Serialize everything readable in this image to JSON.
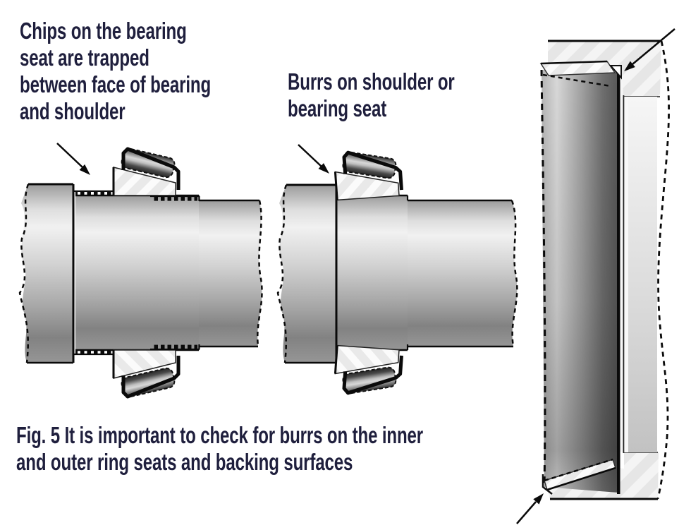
{
  "annotations": {
    "chips_label_lines": [
      "Chips on the bearing",
      "seat are trapped",
      "between face of bearing",
      "and shoulder"
    ],
    "burrs_label_lines": [
      "Burrs on shoulder or",
      "bearing seat"
    ],
    "caption_lines": [
      "Fig. 5 It is important to check for burrs on the inner",
      "and outer ring seats and backing surfaces"
    ]
  },
  "colors": {
    "annotation_text": "#1f1f3d",
    "outline": "#0a0a0a",
    "metal_highlight": "#f1f1f1",
    "metal_shadow": "#828282",
    "hatch_base": "#e6e6e6",
    "hatch_stripe": "#f4f4f4",
    "roller_dark": "#2e2e2e",
    "background": "#ffffff"
  }
}
